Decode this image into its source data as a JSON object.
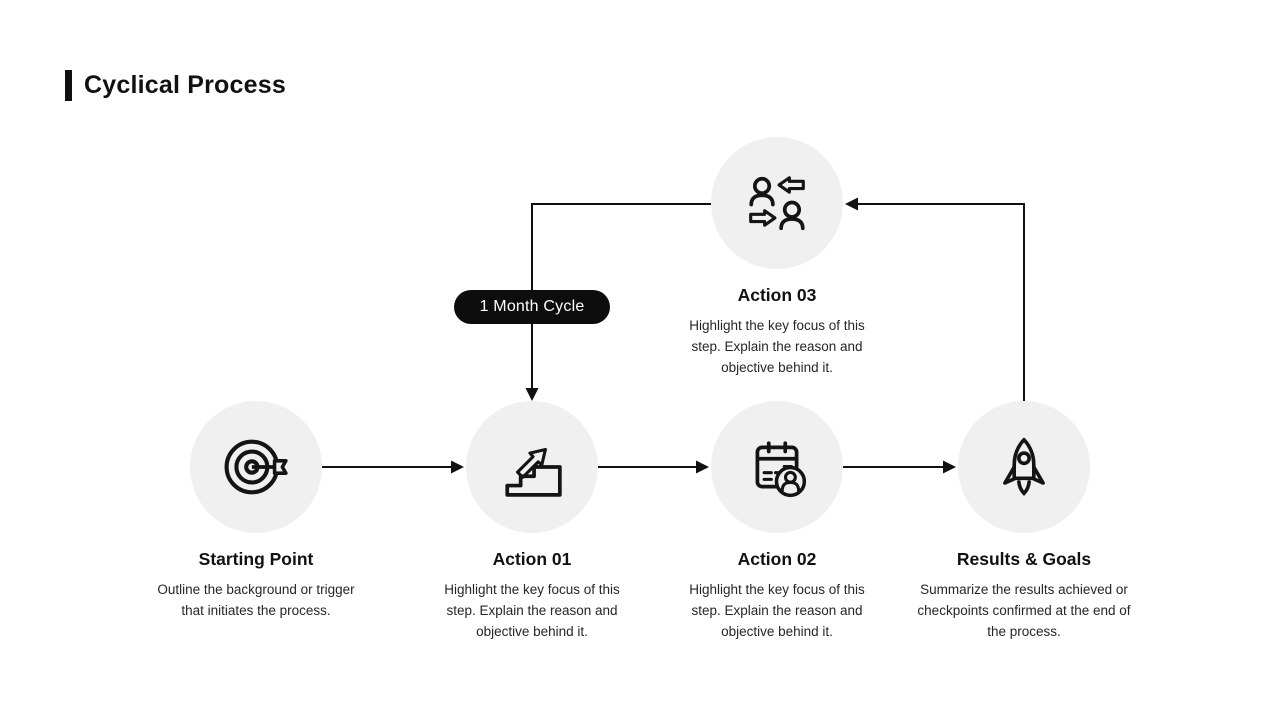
{
  "slide": {
    "title": "Cyclical Process",
    "background": "#ffffff",
    "accent_color": "#111111"
  },
  "cycle_badge": {
    "label": "1 Month Cycle",
    "background": "#0d0d0d",
    "text_color": "#ffffff"
  },
  "diagram": {
    "type": "cyclical-process",
    "node_fill": "#f0f0f1",
    "connector_color": "#111111",
    "edges": [
      "starting-point -> action-01",
      "action-01 -> action-02",
      "action-02 -> results-goals",
      "results-goals -> action-03",
      "action-03 -> action-01"
    ]
  },
  "steps": [
    {
      "id": "action-03",
      "icon": "people-exchange-icon",
      "title": "Action 03",
      "description": "Highlight the key focus of this step. Explain the reason and objective behind it."
    },
    {
      "id": "starting-point",
      "icon": "target-arrow-icon",
      "title": "Starting Point",
      "description": "Outline the background or trigger that initiates the process."
    },
    {
      "id": "action-01",
      "icon": "stairs-growth-icon",
      "title": "Action 01",
      "description": "Highlight the key focus of this step. Explain the reason and objective behind it."
    },
    {
      "id": "action-02",
      "icon": "calendar-user-icon",
      "title": "Action 02",
      "description": "Highlight the key focus of this step. Explain the reason and objective behind it."
    },
    {
      "id": "results-goals",
      "icon": "rocket-icon",
      "title": "Results & Goals",
      "description": "Summarize the results achieved or checkpoints confirmed at the end of the process."
    }
  ]
}
